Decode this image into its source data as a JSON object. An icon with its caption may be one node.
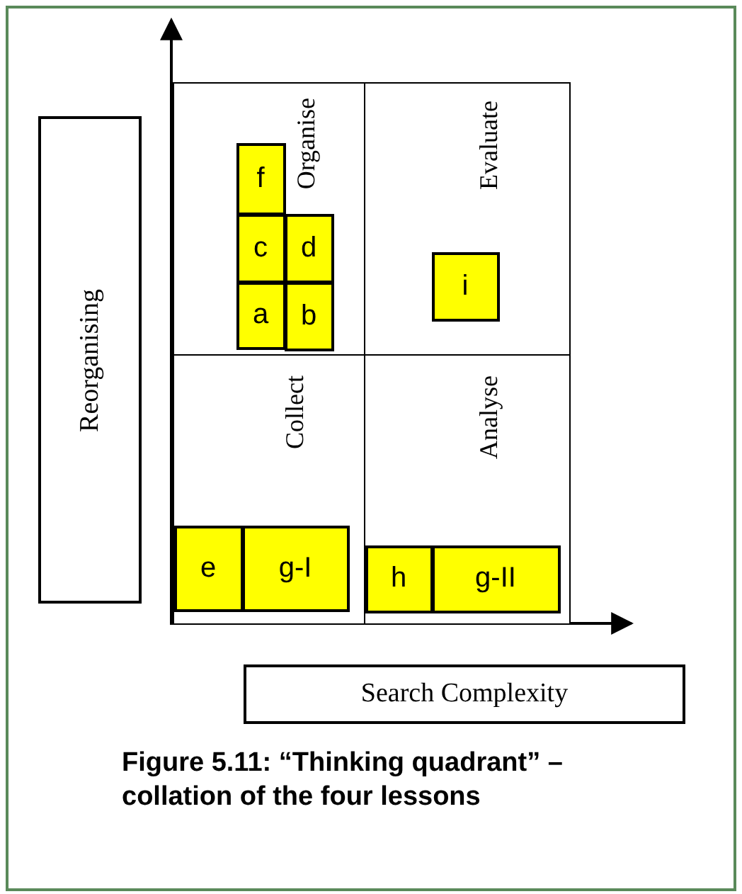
{
  "diagram": {
    "caption": "Figure 5.11: “Thinking quadrant” – collation of the four lessons",
    "nodes": [
      {
        "text": [
          "Organise"
        ]
      },
      {
        "text": [
          "f"
        ],
        "in": 0
      },
      {
        "text": [
          "c"
        ],
        "in": 0
      },
      {
        "text": [
          "d"
        ],
        "in": 0
      },
      {
        "text": [
          "a"
        ],
        "in": 0
      },
      {
        "text": [
          "b"
        ],
        "in": 0
      },
      {
        "text": [
          "Evaluate"
        ]
      },
      {
        "text": [
          "i"
        ],
        "in": 6
      },
      {
        "text": [
          "Collect"
        ]
      },
      {
        "text": [
          "e"
        ],
        "in": 8
      },
      {
        "text": [
          "g-I"
        ],
        "in": 8
      },
      {
        "text": [
          "Analyse"
        ]
      },
      {
        "text": [
          "h"
        ],
        "in": 11
      },
      {
        "text": [
          "g-II"
        ],
        "in": 11
      },
      {
        "text": [
          "Reorganising"
        ]
      },
      {
        "text": [
          "Search Complexity"
        ]
      }
    ],
    "edges": []
  }
}
